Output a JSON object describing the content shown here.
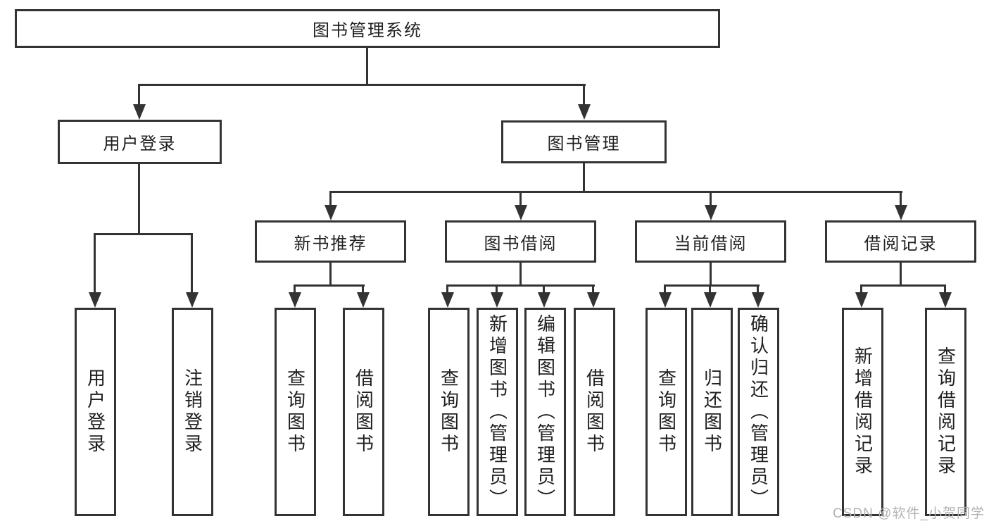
{
  "diagram": {
    "colors": {
      "line": "#333333",
      "box_border": "#333333",
      "box_background": "#ffffff",
      "text": "#1f1f1f",
      "watermark": "#b3b3b3"
    },
    "nodes": {
      "root": "图书管理系统",
      "user_login": "用户登录",
      "book_mgmt": "图书管理",
      "new_book_rec": "新书推荐",
      "book_borrow": "图书借阅",
      "current_borrow": "当前借阅",
      "borrow_records": "借阅记录",
      "leaf_user_login": "用户登录",
      "leaf_logout": "注销登录",
      "leaf_nb_query": "查询图书",
      "leaf_nb_borrow": "借阅图书",
      "leaf_bb_query": "查询图书",
      "leaf_bb_add": "新增图书（管理员）",
      "leaf_bb_edit": "编辑图书（管理员）",
      "leaf_bb_borrow": "借阅图书",
      "leaf_cb_query": "查询图书",
      "leaf_cb_return": "归还图书",
      "leaf_cb_confirm": "确认归还（管理员）",
      "leaf_br_add": "新增借阅记录",
      "leaf_br_query": "查询借阅记录"
    },
    "watermark": "CSDN @软件_小贺同学"
  }
}
